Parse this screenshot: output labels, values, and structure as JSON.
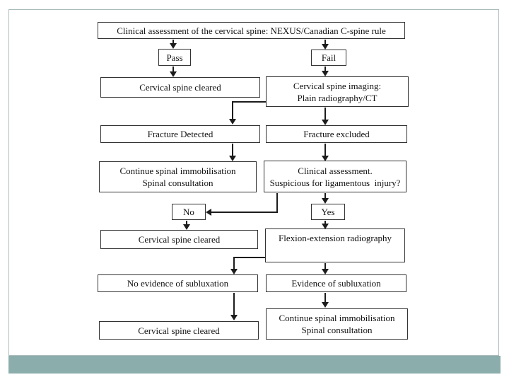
{
  "slide": {
    "colors": {
      "footer_bar": "#8badac",
      "frame_border": "#a9bbba",
      "box_border": "#333333",
      "text": "#111111",
      "background": "#ffffff"
    },
    "flowchart": {
      "title_box": "Clinical assessment of the cervical spine: NEXUS/Canadian C-spine rule",
      "pass": "Pass",
      "fail": "Fail",
      "cleared_after_pass": "Cervical spine cleared",
      "imaging_line1": "Cervical spine imaging:",
      "imaging_line2": "Plain radiography/CT",
      "fracture_detected": "Fracture Detected",
      "fracture_excluded": "Fracture excluded",
      "continue_immobilisation_line1": "Continue spinal immobilisation",
      "continue_immobilisation_line2": "Spinal consultation",
      "clinical_assessment_line1": "Clinical assessment.",
      "clinical_assessment_line2": "Suspicious for ligamentous  injury?",
      "no": "No",
      "yes": "Yes",
      "cleared_after_no": "Cervical spine cleared",
      "flexion_extension": "Flexion-extension radiography",
      "no_evidence_subluxation": "No evidence of subluxation",
      "evidence_subluxation": "Evidence of subluxation",
      "cleared_final": "Cervical spine cleared",
      "continue_immobilisation2_line1": "Continue spinal immobilisation",
      "continue_immobilisation2_line2": "Spinal consultation"
    }
  }
}
